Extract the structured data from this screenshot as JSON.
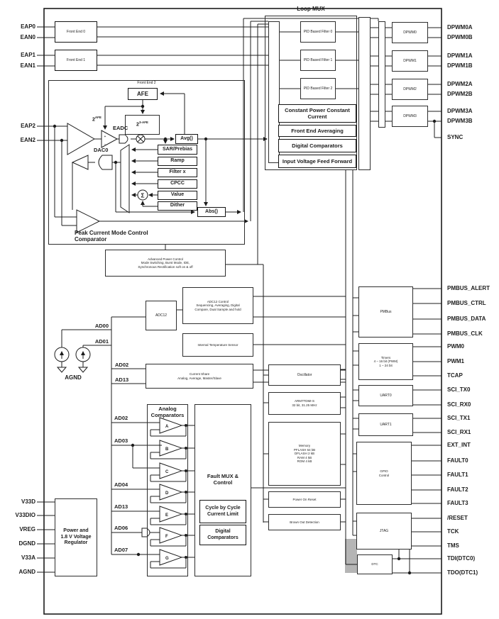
{
  "pins": {
    "left": [
      "EAP0",
      "EAN0",
      "EAP1",
      "EAN1",
      "EAP2",
      "EAN2"
    ],
    "left_power": [
      "V33D",
      "V33DIO",
      "VREG",
      "DGND",
      "V33A",
      "AGND"
    ],
    "right_top": [
      "DPWM0A",
      "DPWM0B",
      "DPWM1A",
      "DPWM1B",
      "DPWM2A",
      "DPWM2B",
      "DPWM3A",
      "DPWM3B",
      "SYNC"
    ],
    "right_bottom": [
      "PMBUS_ALERT",
      "PMBUS_CTRL",
      "PMBUS_DATA",
      "PMBUS_CLK",
      "PWM0",
      "PWM1",
      "TCAP",
      "SCI_TX0",
      "SCI_RX0",
      "SCI_TX1",
      "SCI_RX1",
      "EXT_INT",
      "FAULT0",
      "FAULT1",
      "FAULT2",
      "FAULT3",
      "/RESET",
      "TCK",
      "TMS",
      "TDI(DTC0)",
      "TDO(DTC1)"
    ]
  },
  "front_ends": {
    "fe0": "Front End 0",
    "fe1": "Front End 1",
    "fe2": "Front End 2"
  },
  "loop_mux": {
    "title": "Loop MUX",
    "pid_filters": [
      "PID Based Filter 0",
      "PID Based Filter 1",
      "PID Based Filter 2"
    ],
    "features": [
      "Constant Power Constant Current",
      "Front End Averaging",
      "Digital Comparators",
      "Input Voltage Feed Forward"
    ]
  },
  "dpwm": [
    "DPWM0",
    "DPWM1",
    "DPWM2",
    "DPWM3"
  ],
  "fe2": {
    "afe": "AFE",
    "gain_base": "2",
    "gain_exp": "AFE",
    "gain2_base": "2",
    "gain2_exp": "3-AFE",
    "eadc": "EADC",
    "dac": "DAC0",
    "avg": "Avg()",
    "abs": "Abs()",
    "mux_inputs": [
      "SAR/Prebias",
      "Ramp",
      "Filter x",
      "CPCC",
      "Value",
      "Dither"
    ],
    "sigma": "Σ",
    "plus": "+",
    "minus": "−",
    "peak_lines": [
      "Peak Current Mode Control",
      "Comparator"
    ]
  },
  "power_control": {
    "lines": [
      "Advanced Power Control",
      "Mode Switching, Burst Mode, IDE,",
      "Synchronous Rectification soft on & off"
    ]
  },
  "adc": {
    "adc12": "ADC12",
    "control_lines": [
      "ADC12 Control",
      "Sequencing, Averaging, Digital",
      "Compare, Dual Sample and hold"
    ],
    "temp_sensor": "Internal Temperature Sensor",
    "current_share_lines": [
      "Current Share",
      "Analog, Average, Master/Slave"
    ],
    "inputs": {
      "ad00": "AD00",
      "ad01": "AD01",
      "ad02": "AD02",
      "ad13": "AD13"
    },
    "agnd": "AGND"
  },
  "analog_comparators": {
    "title": "Analog Comparators",
    "letters": [
      "A",
      "B",
      "C",
      "D",
      "E",
      "F",
      "G"
    ],
    "inputs": [
      "AD02",
      "AD03",
      "AD04",
      "AD13",
      "AD06",
      "AD07"
    ]
  },
  "fault": {
    "title_lines": [
      "Fault MUX &",
      "Control"
    ],
    "cycle_lines": [
      "Cycle by Cycle",
      "Current Limit"
    ],
    "digital_lines": [
      "Digital",
      "Comparators"
    ]
  },
  "power_reg_lines": [
    "Power and",
    "1.8 V Voltage",
    "Regulator"
  ],
  "system": {
    "oscillator": "Oscillator",
    "arm_lines": [
      "ARM7TDMI-S",
      "32 bit, 31.25 MHz"
    ],
    "memory_lines": [
      "Memory",
      "PFLASH 64 kB",
      "DFLASH 2 kB",
      "RAM 4 kB",
      "ROM 4 kB"
    ],
    "por": "Power On Reset",
    "bod": "Brown Out Detection"
  },
  "peripherals": {
    "pmbus": "PMBus",
    "timers_lines": [
      "Timers",
      "4 – 16 bit (PWM)",
      "1 – 24 bit"
    ],
    "uart0": "UART0",
    "uart1": "UART1",
    "gpio_lines": [
      "GPIO",
      "Control"
    ],
    "jtag": "JTAG",
    "dtc": "DTC"
  },
  "colors": {
    "line": "#1c1c1c",
    "shade": "#b5b5b5",
    "background": "#ffffff"
  }
}
